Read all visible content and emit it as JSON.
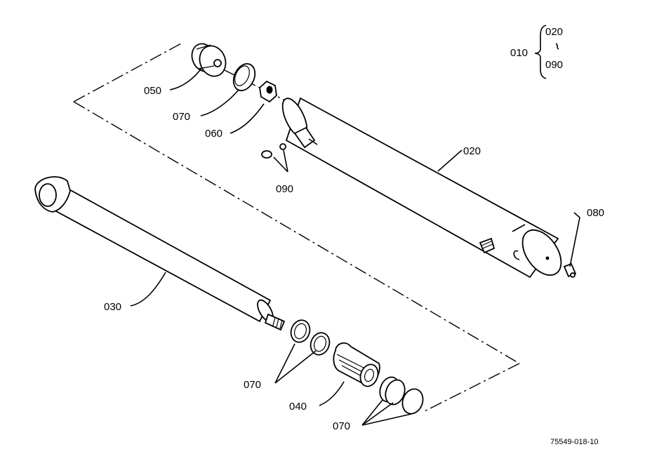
{
  "callouts": {
    "p050": "050",
    "p070_top": "070",
    "p060": "060",
    "p090": "090",
    "p020": "020",
    "p080": "080",
    "p030": "030",
    "p070_mid": "070",
    "p040": "040",
    "p070_bottom": "070"
  },
  "assembly_key": {
    "parent": "010",
    "range_start": "020",
    "range_end": "090"
  },
  "reference_code": "75549-018-10"
}
